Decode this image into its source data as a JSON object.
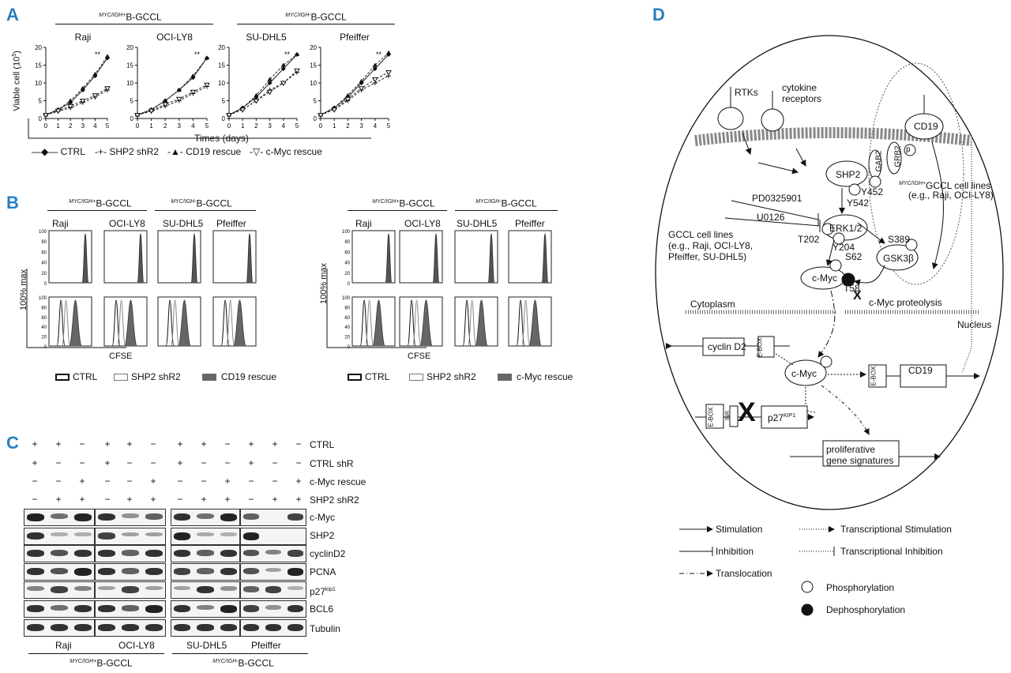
{
  "panels": {
    "a": "A",
    "b": "B",
    "c": "C",
    "d": "D"
  },
  "groups": {
    "pos": "B-GCCL",
    "neg": "B-GCCL",
    "pos_sup": "MYC/IGH+",
    "neg_sup": "MYC/IGH-"
  },
  "cell_lines": [
    "Raji",
    "OCI-LY8",
    "SU-DHL5",
    "Pfeiffer"
  ],
  "chart_data": [
    {
      "type": "line",
      "title": "Raji",
      "x": [
        0,
        1,
        2,
        3,
        4,
        5
      ],
      "series": [
        {
          "name": "CTRL",
          "values": [
            1,
            2.5,
            4.5,
            8,
            12,
            17
          ]
        },
        {
          "name": "SHP2 shR2",
          "values": [
            1,
            2,
            3,
            4.5,
            6,
            8
          ]
        },
        {
          "name": "CD19 rescue",
          "values": [
            1,
            2.5,
            5,
            8.5,
            12.5,
            17.5
          ]
        },
        {
          "name": "c-Myc rescue",
          "values": [
            1,
            2.2,
            3.5,
            5,
            6.5,
            8.5
          ]
        }
      ],
      "xlabel": "Times (days)",
      "ylabel": "Viable cell (10^5)",
      "ylim": [
        0,
        20
      ],
      "annotation": "**"
    },
    {
      "type": "line",
      "title": "OCI-LY8",
      "x": [
        0,
        1,
        2,
        3,
        4,
        5
      ],
      "series": [
        {
          "name": "CTRL",
          "values": [
            1,
            2.5,
            5,
            8,
            11.5,
            17
          ]
        },
        {
          "name": "SHP2 shR2",
          "values": [
            1,
            2,
            3.5,
            5,
            7,
            9
          ]
        },
        {
          "name": "CD19 rescue",
          "values": [
            1,
            2.5,
            5,
            8,
            12,
            17
          ]
        },
        {
          "name": "c-Myc rescue",
          "values": [
            1,
            2.2,
            4,
            5.5,
            7.5,
            9.5
          ]
        }
      ],
      "xlabel": "Times (days)",
      "ylabel": "Viable cell (10^5)",
      "ylim": [
        0,
        20
      ],
      "annotation": "**"
    },
    {
      "type": "line",
      "title": "SU-DHL5",
      "x": [
        0,
        1,
        2,
        3,
        4,
        5
      ],
      "series": [
        {
          "name": "CTRL",
          "values": [
            1,
            3,
            6,
            10,
            14,
            18
          ]
        },
        {
          "name": "SHP2 shR2",
          "values": [
            1,
            2.5,
            5,
            8,
            10,
            13
          ]
        },
        {
          "name": "CD19 rescue",
          "values": [
            1,
            3,
            6.5,
            11,
            15,
            18
          ]
        },
        {
          "name": "c-Myc rescue",
          "values": [
            1,
            2.5,
            5,
            7.5,
            10,
            13.5
          ]
        }
      ],
      "xlabel": "Times (days)",
      "ylabel": "Viable cell (10^5)",
      "ylim": [
        0,
        20
      ],
      "annotation": "**"
    },
    {
      "type": "line",
      "title": "Pfeiffer",
      "x": [
        0,
        1,
        2,
        3,
        4,
        5
      ],
      "series": [
        {
          "name": "CTRL",
          "values": [
            1,
            3,
            6,
            10,
            14,
            18
          ]
        },
        {
          "name": "SHP2 shR2",
          "values": [
            1,
            2.5,
            5,
            8,
            10,
            12
          ]
        },
        {
          "name": "CD19 rescue",
          "values": [
            1,
            3,
            6.5,
            10.5,
            15,
            18.5
          ]
        },
        {
          "name": "c-Myc rescue",
          "values": [
            1,
            2.5,
            5.5,
            8.5,
            11,
            13
          ]
        }
      ],
      "xlabel": "Times (days)",
      "ylabel": "Viable cell (10^5)",
      "ylim": [
        0,
        20
      ],
      "annotation": "**"
    }
  ],
  "panel_a": {
    "ylabel": "Viable cell (10",
    "ylabel_sup": "5",
    "ylabel_end": ")",
    "xlabel": "Times (days)",
    "y_ticks": [
      "0",
      "5",
      "10",
      "15",
      "20"
    ],
    "x_ticks": [
      "0",
      "1",
      "2",
      "3",
      "4",
      "5"
    ],
    "legend": [
      "CTRL",
      "SHP2 shR2",
      "CD19 rescue",
      "c-Myc rescue"
    ],
    "stars": "**"
  },
  "panel_b": {
    "ylabel": "100% max",
    "xlabel": "CFSE",
    "ticks": [
      "100",
      "80",
      "60",
      "40",
      "20",
      "0"
    ],
    "legend_left": [
      "CTRL",
      "SHP2 shR2",
      "CD19 rescue"
    ],
    "legend_right": [
      "CTRL",
      "SHP2 shR2",
      "c-Myc rescue"
    ]
  },
  "panel_c": {
    "row_labels": [
      "CTRL",
      "CTRL shR",
      "c-Myc rescue",
      "SHP2 shR2"
    ],
    "signs": [
      [
        "+",
        "+",
        "−",
        "+",
        "+",
        "−",
        "+",
        "+",
        "−",
        "+",
        "+",
        "−"
      ],
      [
        "+",
        "−",
        "−",
        "+",
        "−",
        "−",
        "+",
        "−",
        "−",
        "+",
        "−",
        "−"
      ],
      [
        "−",
        "−",
        "+",
        "−",
        "−",
        "+",
        "−",
        "−",
        "+",
        "−",
        "−",
        "+"
      ],
      [
        "−",
        "+",
        "+",
        "−",
        "+",
        "+",
        "−",
        "+",
        "+",
        "−",
        "+",
        "+"
      ]
    ],
    "proteins": [
      "c-Myc",
      "SHP2",
      "cyclinD2",
      "PCNA",
      "p27",
      "BCL6",
      "Tubulin"
    ],
    "p27_sup": "kip1",
    "bottom_lines": [
      "Raji",
      "OCI-LY8",
      "SU-DHL5",
      "Pfeiffer"
    ]
  },
  "panel_d": {
    "rtks": "RTKs",
    "cytokine1": "cytokine",
    "cytokine2": "receptors",
    "cd19": "CD19",
    "shp2": "SHP2",
    "gab2": "GAB2",
    "grb2": "GRB2",
    "p": "p",
    "y452": "Y452",
    "y542": "Y542",
    "pd": "PD0325901",
    "u0126": "U0126",
    "erk": "ERK1/2",
    "t202": "T202",
    "y204": "Y204",
    "s389": "S389",
    "gsk": "GSK3β",
    "gccl_pos_title": "GCCL cell lines",
    "gccl_pos_sub": "(e.g., Raji, OCI-LY8)",
    "gccl1": "GCCL cell lines",
    "gccl2": "(e.g., Raji, OCI-LY8,",
    "gccl3": "Pfeiffer, SU-DHL5)",
    "cmyc": "c-Myc",
    "s62": "S62",
    "t58": "T58",
    "proteolysis": "c-Myc proteolysis",
    "cytoplasm": "Cytoplasm",
    "nucleus": "Nucleus",
    "cyclin_d2": "cyclin D2",
    "ebox": "E-BOX",
    "inr": "INR",
    "p27": "p27",
    "p27_sup": "KIP1",
    "prolif1": "proliferative",
    "prolif2": "gene signatures",
    "x_mark": "X",
    "legend": {
      "stim": "Stimulation",
      "tstim": "Transcriptional Stimulation",
      "inhib": "Inhibition",
      "tinhib": "Transcriptional Inhibition",
      "transloc": "Translocation",
      "phos": "Phosphorylation",
      "dephos": "Dephosphorylation"
    }
  }
}
